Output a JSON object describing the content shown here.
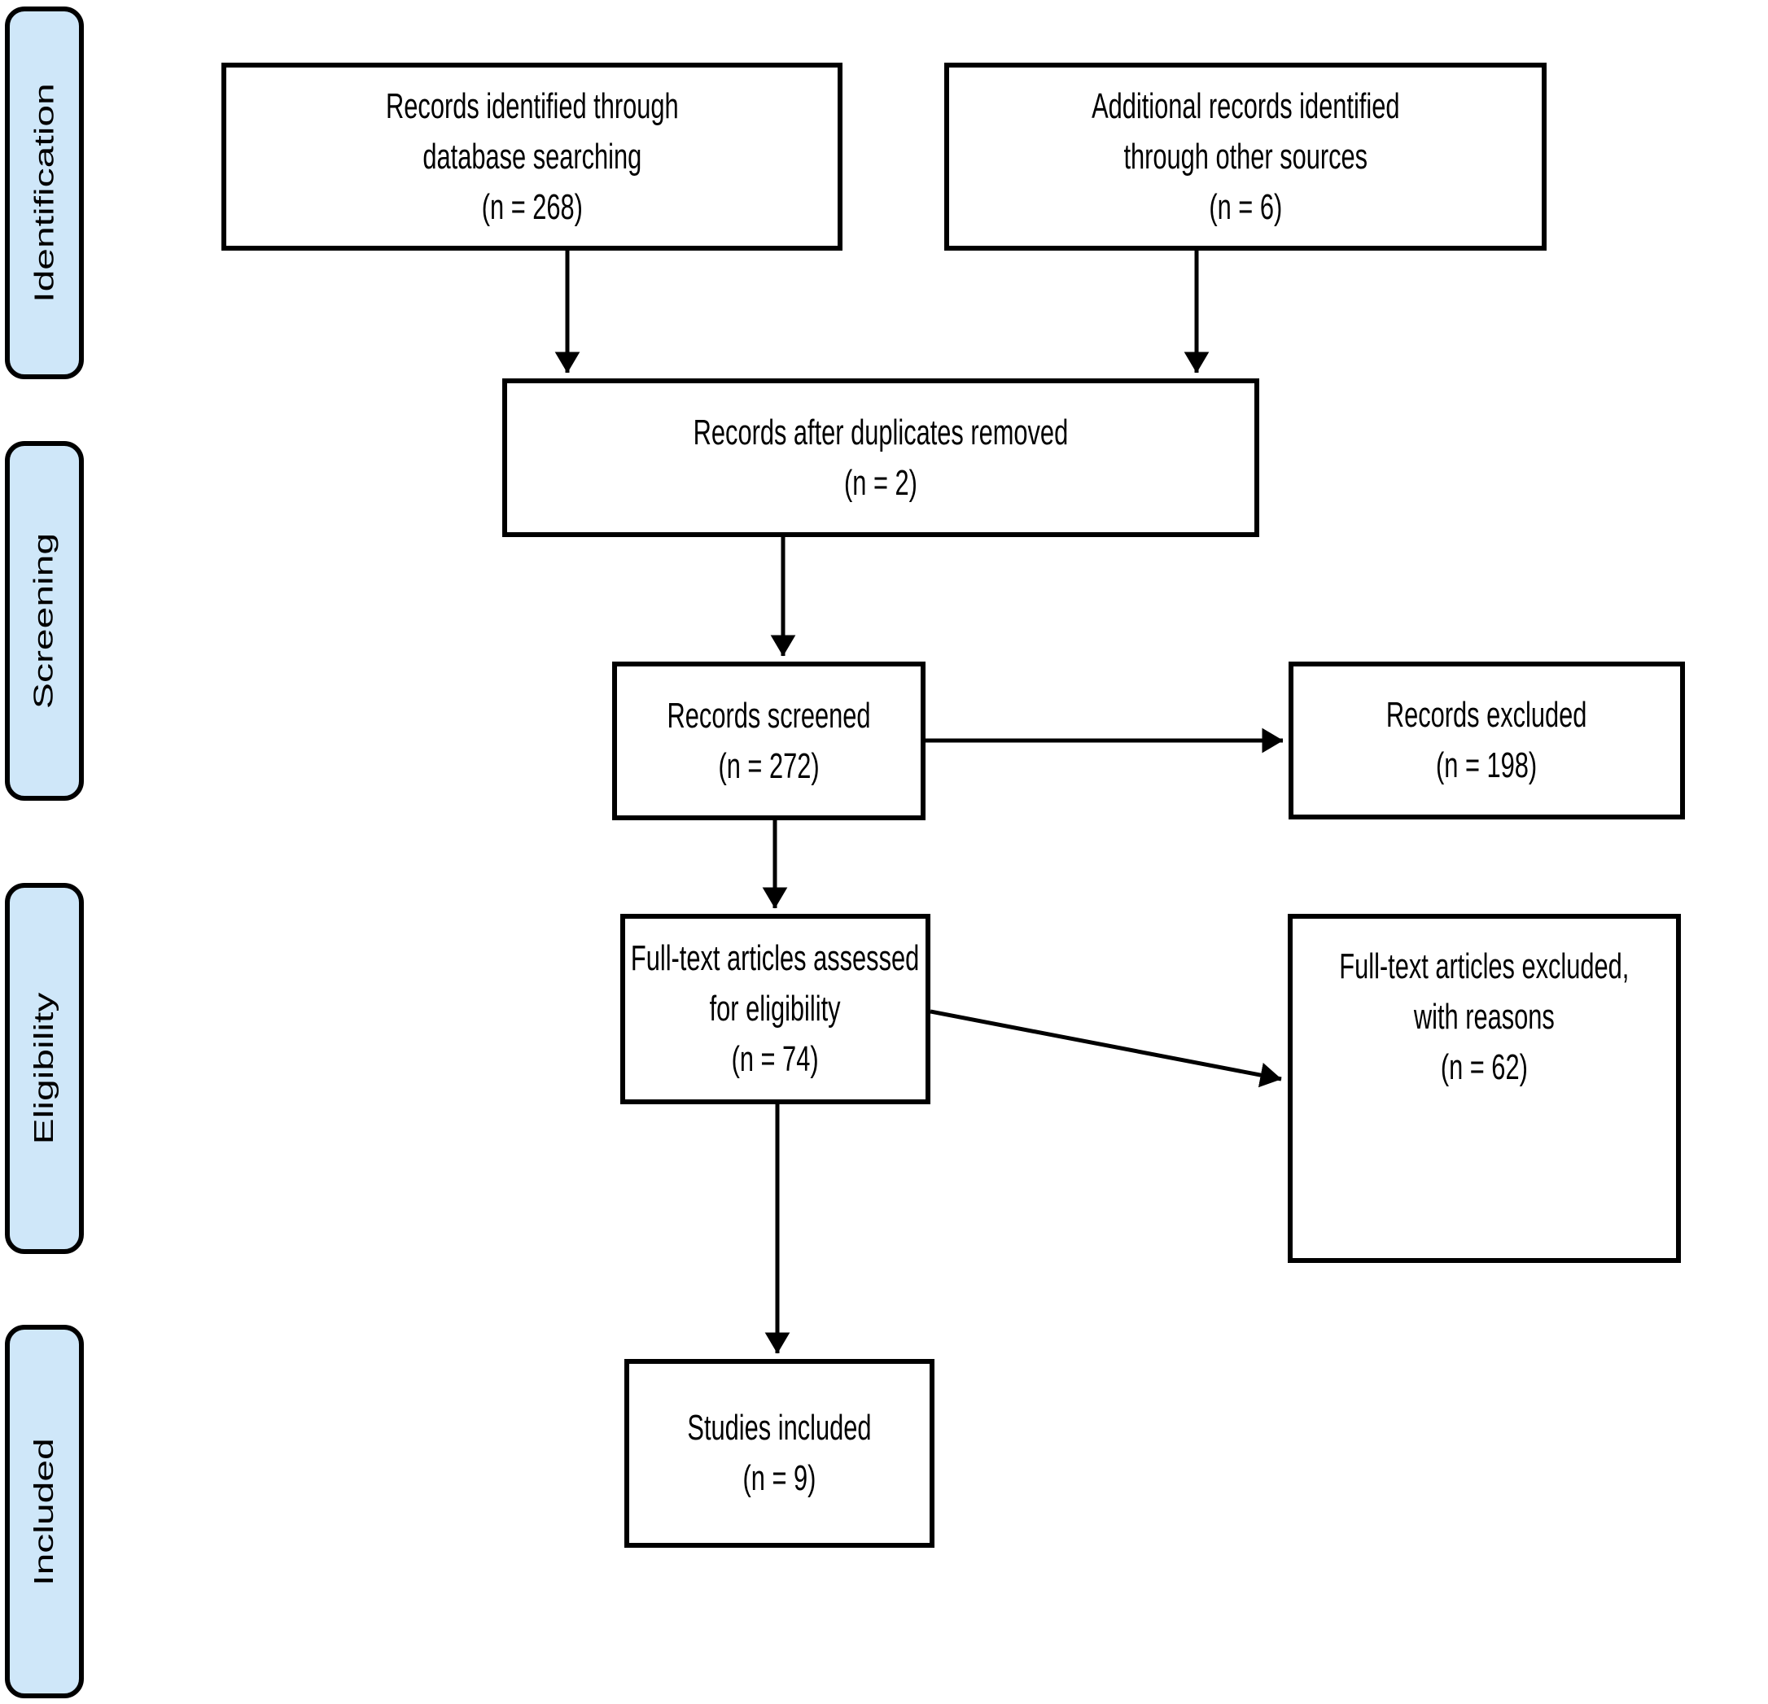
{
  "figure": {
    "type": "prisma-flow-diagram",
    "stages": [
      {
        "label": "Identification"
      },
      {
        "label": "Screening"
      },
      {
        "label": "Eligibility"
      },
      {
        "label": "Included"
      }
    ],
    "boxes": [
      {
        "id": "records-identified",
        "lines": [
          "Records identified through",
          "database searching"
        ],
        "count": "(n = 268)"
      },
      {
        "id": "additional-records",
        "lines": [
          "Additional records identified",
          "through other sources"
        ],
        "count": "(n = 6)"
      },
      {
        "id": "after-duplicates",
        "lines": [
          "Records after duplicates removed"
        ],
        "count": "(n = 2)"
      },
      {
        "id": "records-screened",
        "lines": [
          "Records screened"
        ],
        "count": "(n = 272)"
      },
      {
        "id": "records-excluded",
        "lines": [
          "Records excluded"
        ],
        "count": "(n = 198)"
      },
      {
        "id": "fulltext-assessed",
        "lines": [
          "Full-text articles assessed",
          "for eligibility"
        ],
        "count": "(n = 74)"
      },
      {
        "id": "fulltext-excluded",
        "lines": [
          "Full-text articles excluded,",
          "with reasons"
        ],
        "count": "(n = 62)"
      },
      {
        "id": "studies-included",
        "lines": [
          "Studies included"
        ],
        "count": "(n = 9)"
      }
    ],
    "colors": {
      "stage_fill": "#cfe7f9",
      "box_fill": "#ffffff",
      "line": "#000000"
    }
  }
}
